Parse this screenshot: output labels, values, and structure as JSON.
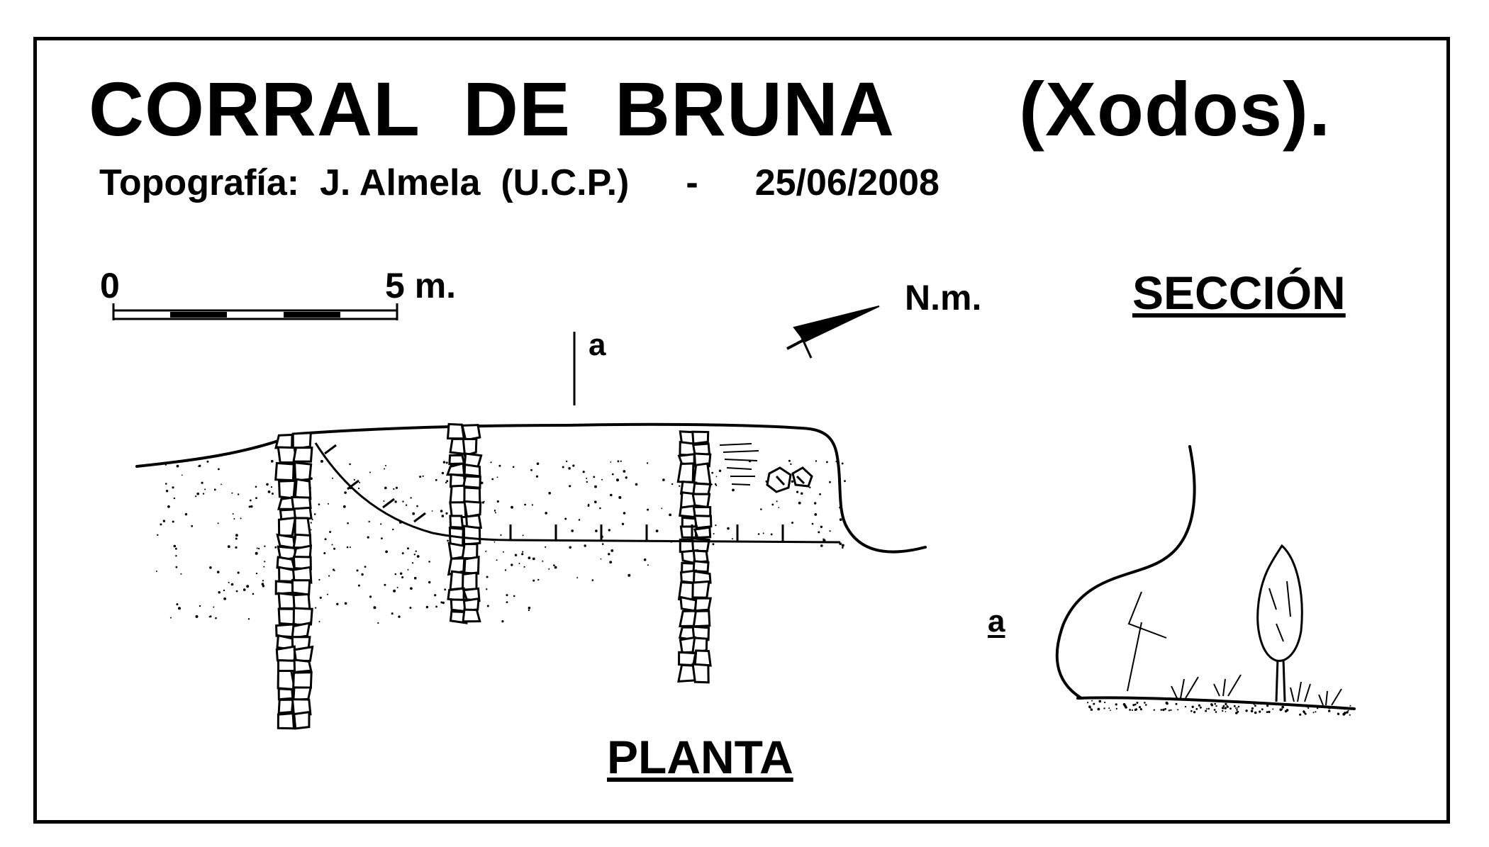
{
  "title": {
    "name": "CORRAL  DE  BRUNA",
    "place": "(Xodos)."
  },
  "subtitle": {
    "credit": "Topografía:  J. Almela  (U.C.P.)",
    "separator": "-",
    "date": "25/06/2008"
  },
  "scale": {
    "start_label": "0",
    "end_label": "5 m."
  },
  "north_arrow": {
    "label": "N.m."
  },
  "plan": {
    "heading": "PLANTA",
    "cut_label": "a"
  },
  "section": {
    "heading": "SECCIÓN",
    "cut_label": "a"
  },
  "colors": {
    "ink": "#000000",
    "paper": "#ffffff"
  }
}
